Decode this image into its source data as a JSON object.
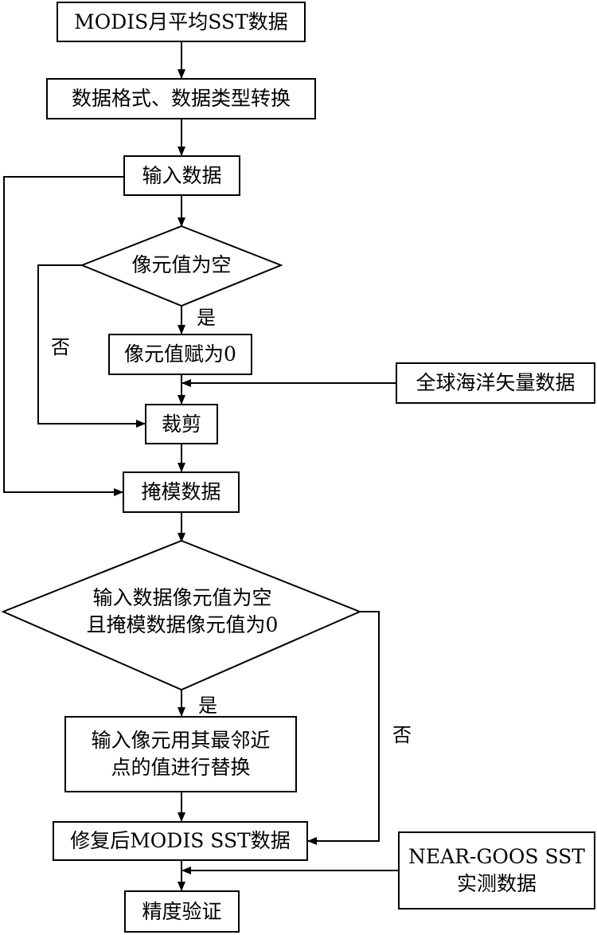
{
  "nodes": {
    "modis_monthly": "MODIS月平均SST数据",
    "format_convert": "数据格式、数据类型转换",
    "input_data": "输入数据",
    "pixel_empty": "像元值为空",
    "pixel_set_zero": "像元值赋为0",
    "global_ocean": "全球海洋矢量数据",
    "clip": "裁剪",
    "mask_data": "掩模数据",
    "cond_line1": "输入数据像元值为空",
    "cond_line2": "且掩模数据像元值为0",
    "replace_line1": "输入像元用其最邻近",
    "replace_line2": "点的值进行替换",
    "repaired": "修复后MODIS SST数据",
    "neargoos_line1": "NEAR-GOOS SST",
    "neargoos_line2": "实测数据",
    "validation": "精度验证"
  },
  "edge_labels": {
    "yes_1": "是",
    "no_1": "否",
    "yes_2": "是",
    "no_2": "否"
  }
}
